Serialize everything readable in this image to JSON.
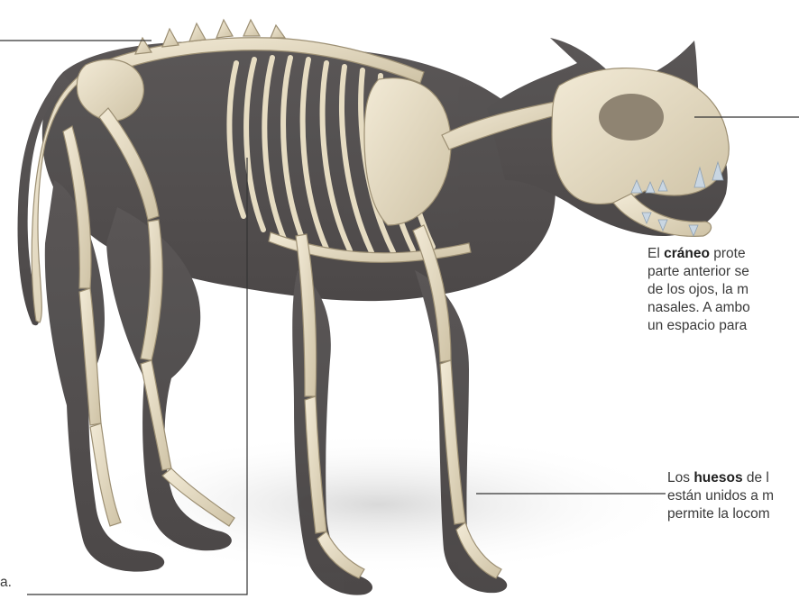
{
  "captions": {
    "skull": {
      "pre": "El ",
      "bold": "cráneo",
      "post": " prote",
      "line2": "parte anterior se",
      "line3": "de los ojos, la m",
      "line4": "nasales. A ambo",
      "line5": "un espacio para"
    },
    "legs": {
      "pre": "Los ",
      "bold": "huesos",
      "post": " de l",
      "line2": "están unidos a m",
      "line3": "permite la locom"
    },
    "spine": {
      "tail": "a."
    }
  },
  "colors": {
    "body_silhouette": "#4a4646",
    "bone": "#e8dfc8",
    "bone_shadow": "#b7ab90",
    "teeth": "#c9d6e2",
    "leader_line": "#333333",
    "text": "#3a3a3a"
  }
}
